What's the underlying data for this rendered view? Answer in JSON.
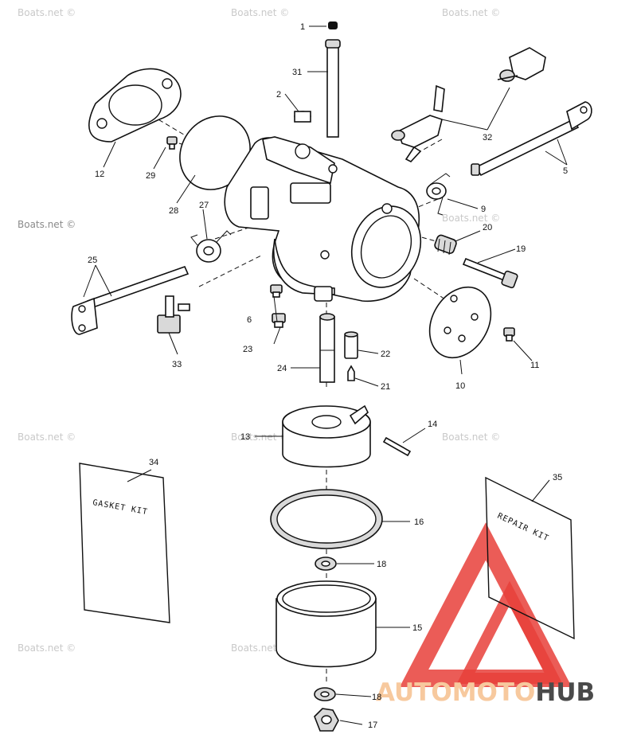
{
  "watermark_text": "Boats.net ©",
  "brand": {
    "part1": "AUTOMOTO",
    "part2": "HUB",
    "color1": "#f7c99e",
    "color2": "#4a4a4a",
    "triangle_color": "#e8403a"
  },
  "kits": {
    "gasket_kit": "GASKET KIT",
    "repair_kit": "REPAIR KIT"
  },
  "callouts": {
    "c1": "1",
    "c2": "2",
    "c5": "5",
    "c6": "6",
    "c9": "9",
    "c10": "10",
    "c11": "11",
    "c12": "12",
    "c13": "13",
    "c14": "14",
    "c15": "15",
    "c16": "16",
    "c17": "17",
    "c18a": "18",
    "c18b": "18",
    "c19": "19",
    "c20": "20",
    "c21": "21",
    "c22": "22",
    "c23": "23",
    "c24": "24",
    "c25": "25",
    "c27": "27",
    "c28": "28",
    "c29": "29",
    "c31": "31",
    "c32": "32",
    "c33": "33",
    "c34": "34",
    "c35": "35"
  }
}
